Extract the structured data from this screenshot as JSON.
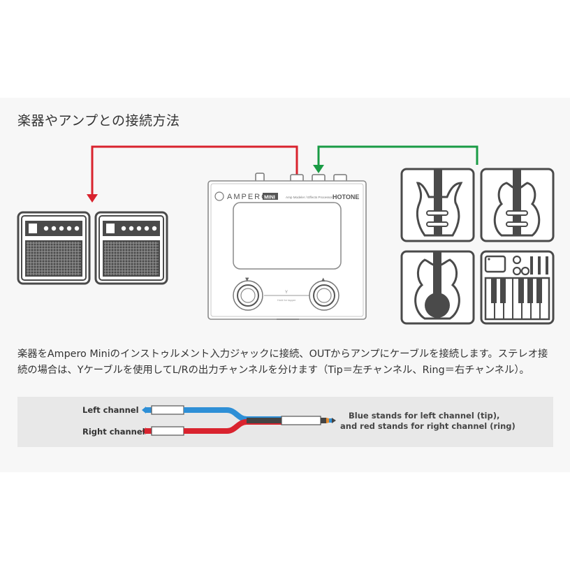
{
  "heading": "楽器やアンプとの接続方法",
  "device": {
    "brand_left": "AMPERO",
    "brand_mini": "MINI",
    "tagline": "Amp Modeler / Effects Processor",
    "brand_right": "HOTONE",
    "center_label": "Y",
    "center_sub": "Hold for tapper",
    "left_arrow": "▼",
    "right_arrow": "▲"
  },
  "description": "楽器をAmpero Miniのインストゥルメント入力ジャックに接続、OUTからアンプにケーブルを接続します。ステレオ接続の場合は、Yケーブルを使用してL/Rの出力チャンネルを分けます（Tip＝左チャンネル、Ring＝右チャンネル）。",
  "cable": {
    "left_label": "Left channel",
    "right_label": "Right channel",
    "note_line1": "Blue stands for left channel (tip),",
    "note_line2": "and red stands for right channel (ring)"
  },
  "colors": {
    "output_line": "#d9232e",
    "input_line": "#1a9b45",
    "left_cable": "#2e8fd6",
    "right_cable": "#d9232e",
    "icon_gray": "#4a4a4a"
  }
}
